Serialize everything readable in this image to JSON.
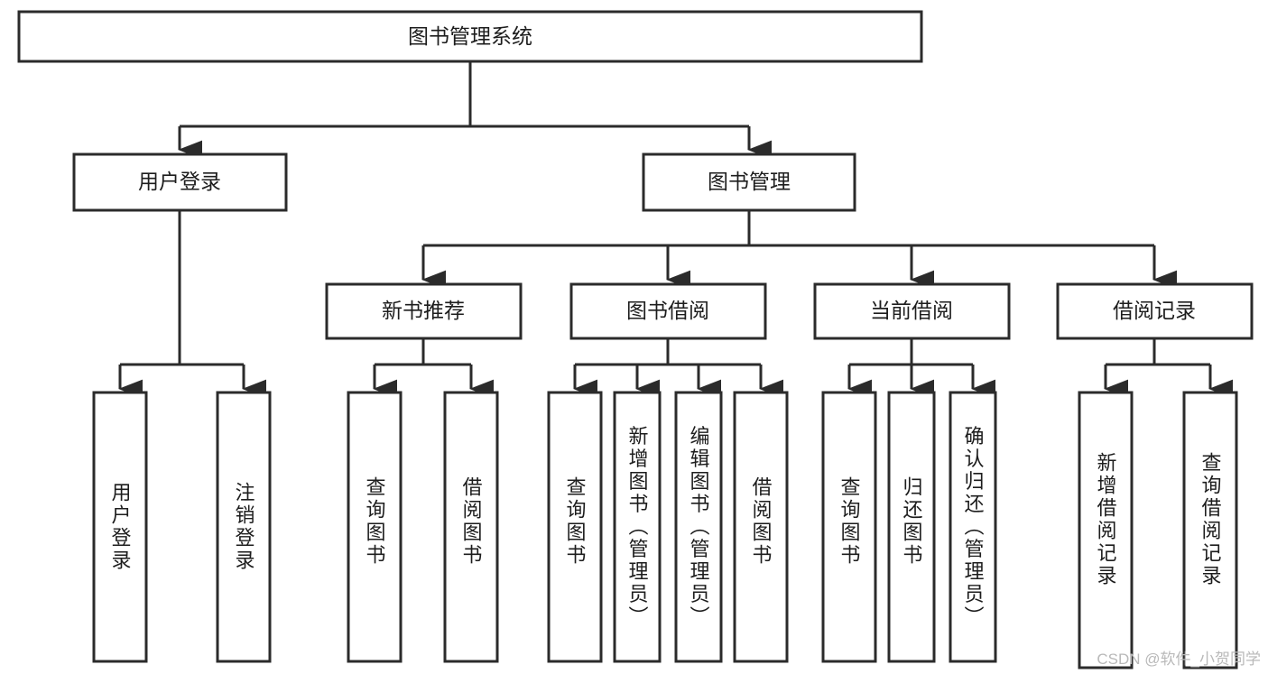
{
  "diagram": {
    "type": "tree-hierarchy-chart",
    "title_text": "图书管理系统",
    "colors": {
      "stroke": "#2b2b2b",
      "fill": "#ffffff",
      "text": "#1d1d1d",
      "background": "#ffffff",
      "watermark": "#b9b9b9"
    },
    "levels": [
      {
        "level": 1,
        "nodes": [
          {
            "id": "root",
            "label": "图书管理系统",
            "orientation": "horizontal"
          }
        ]
      },
      {
        "level": 2,
        "nodes": [
          {
            "id": "user-login",
            "label": "用户登录",
            "orientation": "horizontal",
            "parent": "root"
          },
          {
            "id": "book-manage",
            "label": "图书管理",
            "orientation": "horizontal",
            "parent": "root"
          }
        ]
      },
      {
        "level": 3,
        "nodes": [
          {
            "id": "new-book-rec",
            "label": "新书推荐",
            "orientation": "horizontal",
            "parent": "book-manage"
          },
          {
            "id": "book-borrow",
            "label": "图书借阅",
            "orientation": "horizontal",
            "parent": "book-manage"
          },
          {
            "id": "current-borrow",
            "label": "当前借阅",
            "orientation": "horizontal",
            "parent": "book-manage"
          },
          {
            "id": "borrow-record",
            "label": "借阅记录",
            "orientation": "horizontal",
            "parent": "book-manage"
          }
        ]
      },
      {
        "level": 4,
        "nodes": [
          {
            "id": "leaf-user-login",
            "label": "用户登录",
            "orientation": "vertical",
            "parent": "user-login"
          },
          {
            "id": "leaf-logout",
            "label": "注销登录",
            "orientation": "vertical",
            "parent": "user-login"
          },
          {
            "id": "leaf-query-book-1",
            "label": "查询图书",
            "orientation": "vertical",
            "parent": "new-book-rec"
          },
          {
            "id": "leaf-borrow-book-1",
            "label": "借阅图书",
            "orientation": "vertical",
            "parent": "new-book-rec"
          },
          {
            "id": "leaf-query-book-2",
            "label": "查询图书",
            "orientation": "vertical",
            "parent": "book-borrow"
          },
          {
            "id": "leaf-add-book",
            "label": "新增图书（管理员）",
            "orientation": "vertical",
            "parent": "book-borrow"
          },
          {
            "id": "leaf-edit-book",
            "label": "编辑图书（管理员）",
            "orientation": "vertical",
            "parent": "book-borrow"
          },
          {
            "id": "leaf-borrow-book-2",
            "label": "借阅图书",
            "orientation": "vertical",
            "parent": "book-borrow"
          },
          {
            "id": "leaf-query-book-3",
            "label": "查询图书",
            "orientation": "vertical",
            "parent": "current-borrow"
          },
          {
            "id": "leaf-return-book",
            "label": "归还图书",
            "orientation": "vertical",
            "parent": "current-borrow"
          },
          {
            "id": "leaf-confirm-return",
            "label": "确认归还（管理员）",
            "orientation": "vertical",
            "parent": "current-borrow"
          },
          {
            "id": "leaf-add-record",
            "label": "新增借阅记录",
            "orientation": "vertical",
            "parent": "borrow-record"
          },
          {
            "id": "leaf-query-record",
            "label": "查询借阅记录",
            "orientation": "vertical",
            "parent": "borrow-record"
          }
        ]
      }
    ]
  },
  "watermark": {
    "text": "CSDN @软件_小贺同学"
  }
}
